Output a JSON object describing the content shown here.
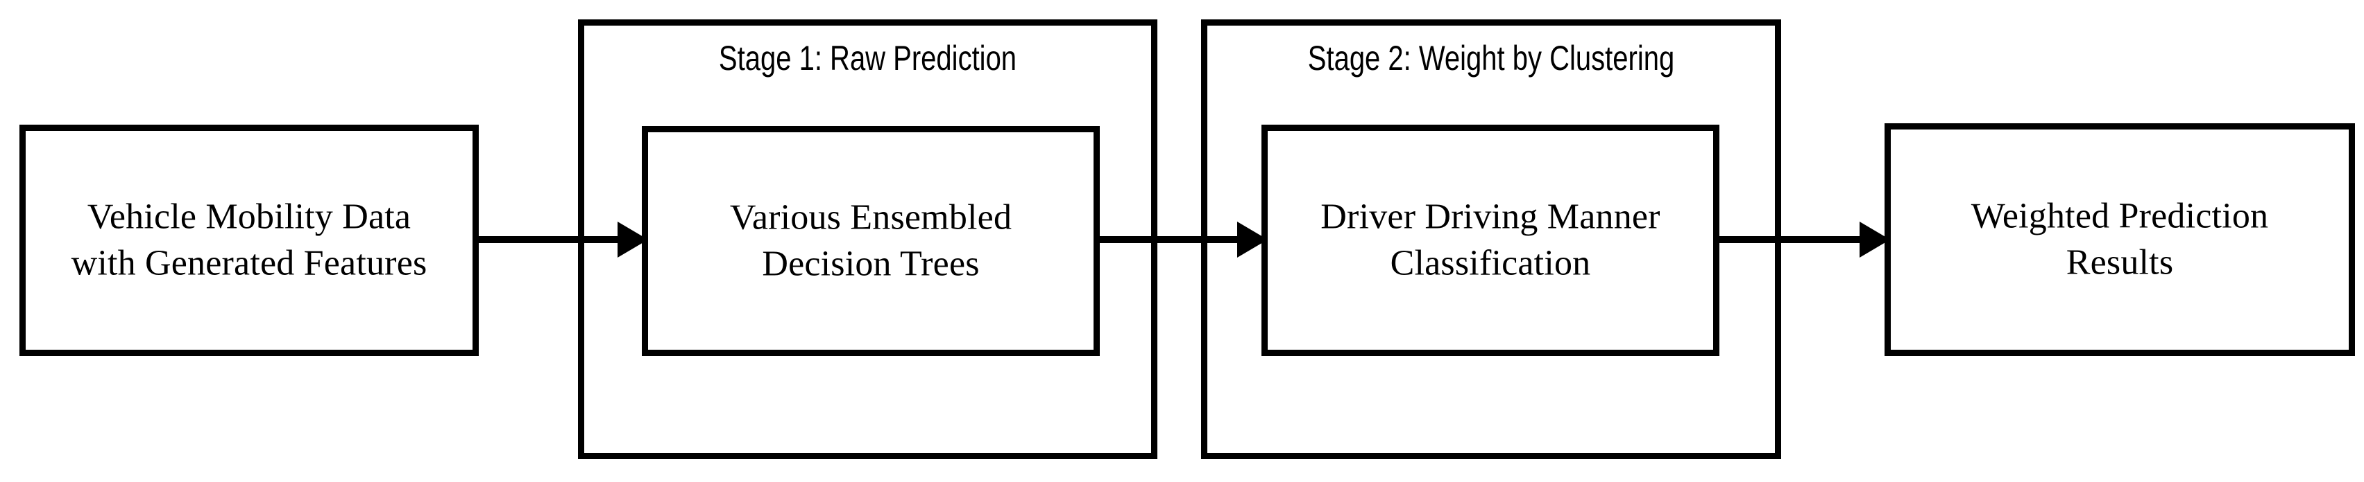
{
  "diagram": {
    "type": "flowchart",
    "orientation": "left-to-right",
    "background_color": "#ffffff",
    "line_color": "#000000",
    "nodes": {
      "input": {
        "label": "Vehicle Mobility Data\nwith Generated Features"
      },
      "trees": {
        "label": "Various Ensembled\nDecision Trees"
      },
      "classify": {
        "label": "Driver Driving Manner\nClassification"
      },
      "output": {
        "label": "Weighted Prediction\nResults"
      }
    },
    "stages": {
      "stage1": {
        "title": "Stage 1: Raw Prediction"
      },
      "stage2": {
        "title": "Stage 2: Weight by Clustering"
      }
    },
    "arrows": [
      {
        "name": "input-to-trees",
        "from": "input",
        "to": "trees",
        "direction": "right"
      },
      {
        "name": "trees-to-classify",
        "from": "trees",
        "to": "classify",
        "direction": "right"
      },
      {
        "name": "classify-to-output",
        "from": "classify",
        "to": "output",
        "direction": "right"
      }
    ]
  }
}
